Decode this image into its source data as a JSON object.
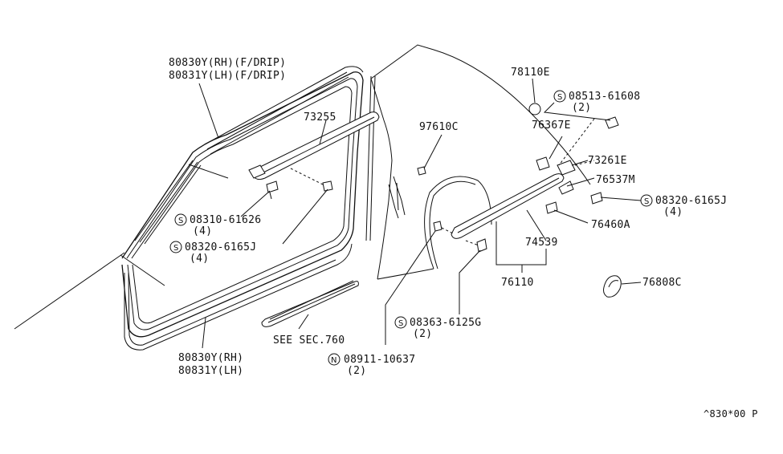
{
  "labels": {
    "drip_rh": "80830Y(RH)(F/DRIP)",
    "drip_lh": "80831Y(LH)(F/DRIP)",
    "part_73255": "73255",
    "part_97610c": "97610C",
    "part_78110e": "78110E",
    "bolt_08513": "08513-61608",
    "bolt_08513_qty": "(2)",
    "part_76367e": "76367E",
    "part_73261e": "73261E",
    "part_76537m": "76537M",
    "screw_08320_right": "08320-6165J",
    "screw_08320_right_qty": "(4)",
    "part_76460a": "76460A",
    "screw_08310": "08310-61626",
    "screw_08310_qty": "(4)",
    "screw_08320_left": "08320-6165J",
    "screw_08320_left_qty": "(4)",
    "part_74539": "74539",
    "part_76110": "76110",
    "part_76808c": "76808C",
    "screw_08363": "08363-6125G",
    "screw_08363_qty": "(2)",
    "see_sec": "SEE SEC.760",
    "nut_08911": "08911-10637",
    "nut_08911_qty": "(2)",
    "weather_rh": "80830Y(RH)",
    "weather_lh": "80831Y(LH)",
    "diagram_ref": "^830*00 P"
  },
  "symbols": {
    "screw": "S",
    "nut": "N"
  }
}
